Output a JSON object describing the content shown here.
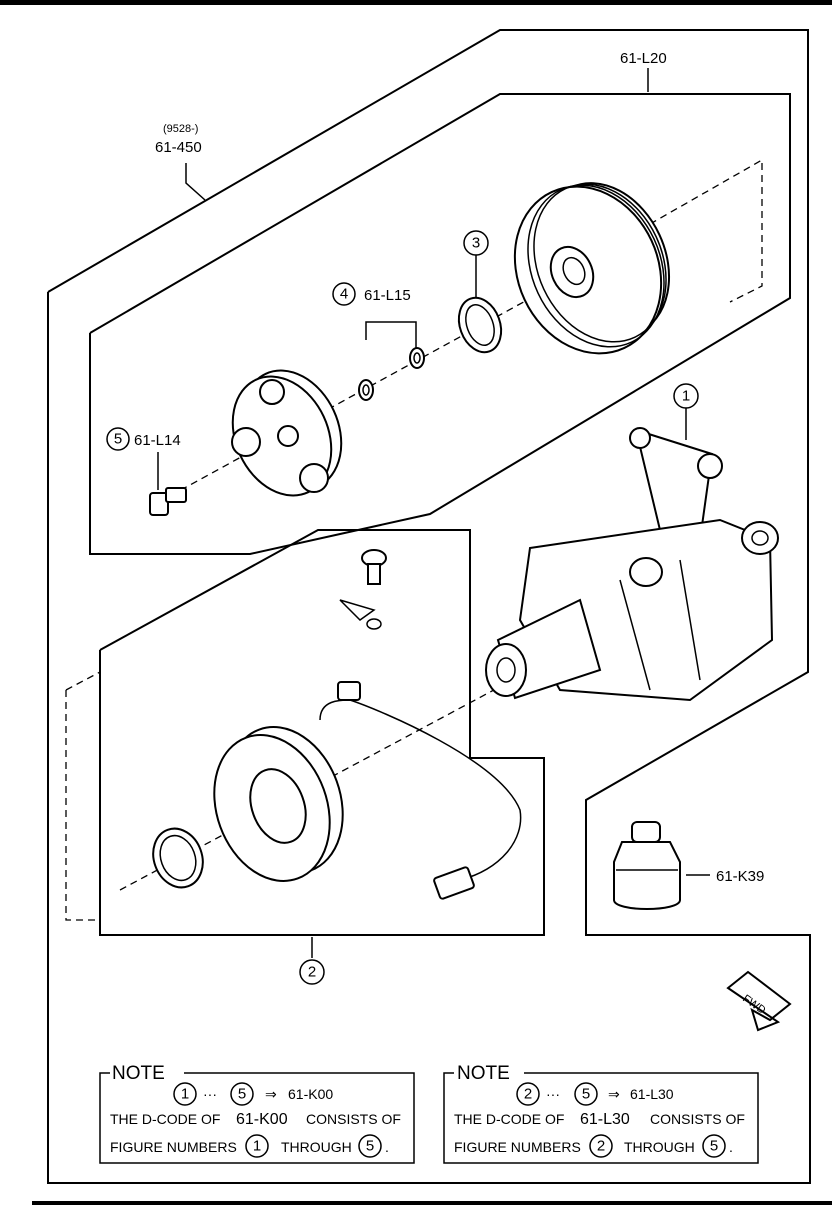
{
  "labels": {
    "kit_top": "(9528-)",
    "kit": "61-450",
    "clutch_kit": "61-L20",
    "shim_set": "61-L15",
    "bolt": "61-L14",
    "oil": "61-K39",
    "fwd": "FWD"
  },
  "callouts": {
    "c1": "1",
    "c2": "2",
    "c3": "3",
    "c4": "4",
    "c5": "5"
  },
  "note1": {
    "heading": "NOTE",
    "from": "1",
    "dots": "···",
    "to": "5",
    "arrow": "⇒",
    "code": "61-K00",
    "line2_a": "THE D-CODE OF",
    "line2_code": "61-K00",
    "line2_b": "CONSISTS OF",
    "line3_a": "FIGURE NUMBERS",
    "line3_n1": "1",
    "line3_mid": "THROUGH",
    "line3_n2": "5",
    "line3_end": "."
  },
  "note2": {
    "heading": "NOTE",
    "from": "2",
    "dots": "···",
    "to": "5",
    "arrow": "⇒",
    "code": "61-L30",
    "line2_a": "THE D-CODE OF",
    "line2_code": "61-L30",
    "line2_b": "CONSISTS OF",
    "line3_a": "FIGURE NUMBERS",
    "line3_n1": "2",
    "line3_mid": "THROUGH",
    "line3_n2": "5",
    "line3_end": "."
  }
}
